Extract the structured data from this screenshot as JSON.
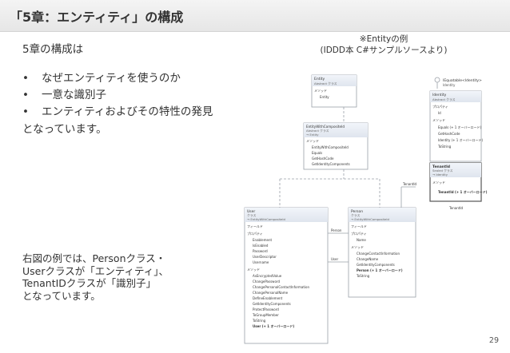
{
  "header": {
    "title": "「5章：エンティティ」の構成"
  },
  "body": {
    "lead": "5章の構成は",
    "bullet_symbol": "•",
    "bullets": [
      "なぜエンティティを使うのか",
      "一意な識別子",
      "エンティティおよびその特性の発見"
    ],
    "closing": "となっています。",
    "caption_lines": [
      "右図の例では、Personクラス・",
      "Userクラスが「エンティティ」、",
      "TenantIDクラスが「識別子」",
      "となっています。"
    ]
  },
  "example": {
    "title": "※Entityの例",
    "subtitle": "(IDDD本 C#サンプルソースより)"
  },
  "diagram": {
    "entity": {
      "name": "Entity",
      "sub": "Abstract クラス",
      "section": "メソッド",
      "members": [
        "Entity"
      ]
    },
    "iequatable": {
      "name": "IEquatable<Identity>",
      "sub": "Identity"
    },
    "identity": {
      "name": "Identity",
      "sub": "Abstract クラス",
      "sections": [
        "プロパティ",
        "メソッド"
      ],
      "props": [
        "Id"
      ],
      "methods": [
        "Equals (+ 1 オーバーロード)",
        "GetHashCode",
        "Identity (+ 1 オーバーロード)",
        "ToString"
      ]
    },
    "entity_with_composite": {
      "name": "EntityWithCompositeId",
      "sub": "Abstract クラス",
      "base": "→ Entity",
      "section": "メソッド",
      "members": [
        "EntityWithCompositeId",
        "Equals",
        "GetHashCode",
        "GetIdentityComponents"
      ]
    },
    "tenantid": {
      "name": "TenantId",
      "sub": "Sealed クラス",
      "base": "→ Identity",
      "section": "メソッド",
      "members": [
        "TenantId (+ 1 オーバーロード)"
      ],
      "assoc": "TenantId"
    },
    "user": {
      "name": "User",
      "sub": "クラス",
      "base": "→ EntityWithCompositeId",
      "sections": [
        "フィールド",
        "プロパティ",
        "メソッド"
      ],
      "props": [
        "Enablement",
        "IsEnabled",
        "Password",
        "UserDescriptor",
        "Username"
      ],
      "methods": [
        "AsEncryptedValue",
        "ChangePassword",
        "ChangePersonalContactInformation",
        "ChangePersonalName",
        "DefineEnablement",
        "GetIdentityComponents",
        "ProtectPassword",
        "ToGroupMember",
        "ToString",
        "User (+ 1 オーバーロード)"
      ]
    },
    "person": {
      "name": "Person",
      "sub": "クラス",
      "base": "→ EntityWithCompositeId",
      "sections": [
        "フィールド",
        "プロパティ",
        "メソッド"
      ],
      "props": [
        "Name"
      ],
      "methods": [
        "ChangeContactInformation",
        "ChangeName",
        "GetIdentityComponents",
        "Person (+ 1 オーバーロード)",
        "ToString"
      ]
    },
    "assoc_labels": {
      "person": "Person",
      "user": "User",
      "tenant": "TenantId"
    }
  },
  "page": {
    "number": "29"
  }
}
